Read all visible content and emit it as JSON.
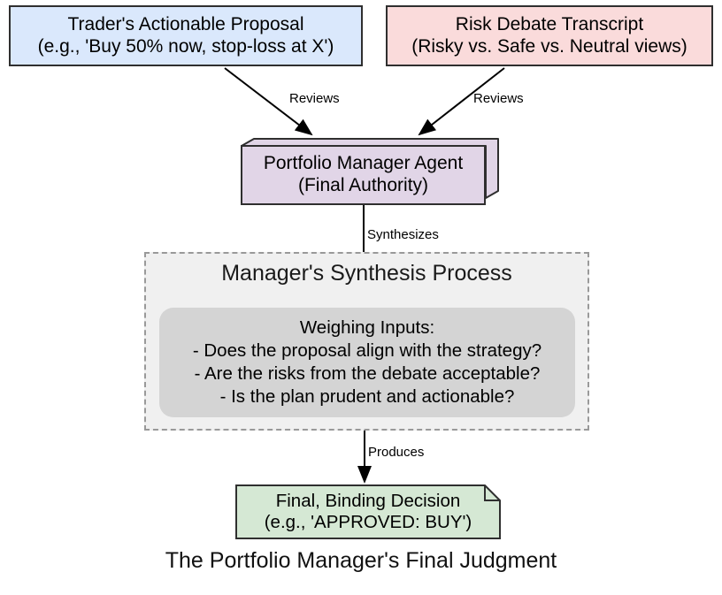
{
  "diagram": {
    "caption": "The Portfolio Manager's Final Judgment",
    "colors": {
      "proposal_fill": "#dae8fc",
      "transcript_fill": "#fadbdb",
      "manager_fill": "#e1d5e7",
      "container_fill": "#f0f0f0",
      "weighing_fill": "#d4d4d4",
      "decision_fill": "#d5e8d4",
      "stroke": "#2f2f2f",
      "dashed_stroke": "#999999"
    },
    "nodes": {
      "proposal": {
        "line1": "Trader's Actionable Proposal",
        "line2": "(e.g., 'Buy 50% now, stop-loss at X')"
      },
      "transcript": {
        "line1": "Risk Debate Transcript",
        "line2": "(Risky vs. Safe vs. Neutral views)"
      },
      "manager": {
        "line1": "Portfolio Manager Agent",
        "line2": "(Final Authority)"
      },
      "synthesis_container": {
        "title": "Manager's Synthesis Process"
      },
      "weighing": {
        "line1": "Weighing Inputs:",
        "line2": "- Does the proposal align with the strategy?",
        "line3": "- Are the risks from the debate acceptable?",
        "line4": "- Is the plan prudent and actionable?"
      },
      "decision": {
        "line1": "Final, Binding Decision",
        "line2": "(e.g., 'APPROVED: BUY')"
      }
    },
    "edges": {
      "proposal_to_manager": "Reviews",
      "transcript_to_manager": "Reviews",
      "manager_to_synthesis": "Synthesizes",
      "synthesis_to_decision": "Produces"
    }
  }
}
